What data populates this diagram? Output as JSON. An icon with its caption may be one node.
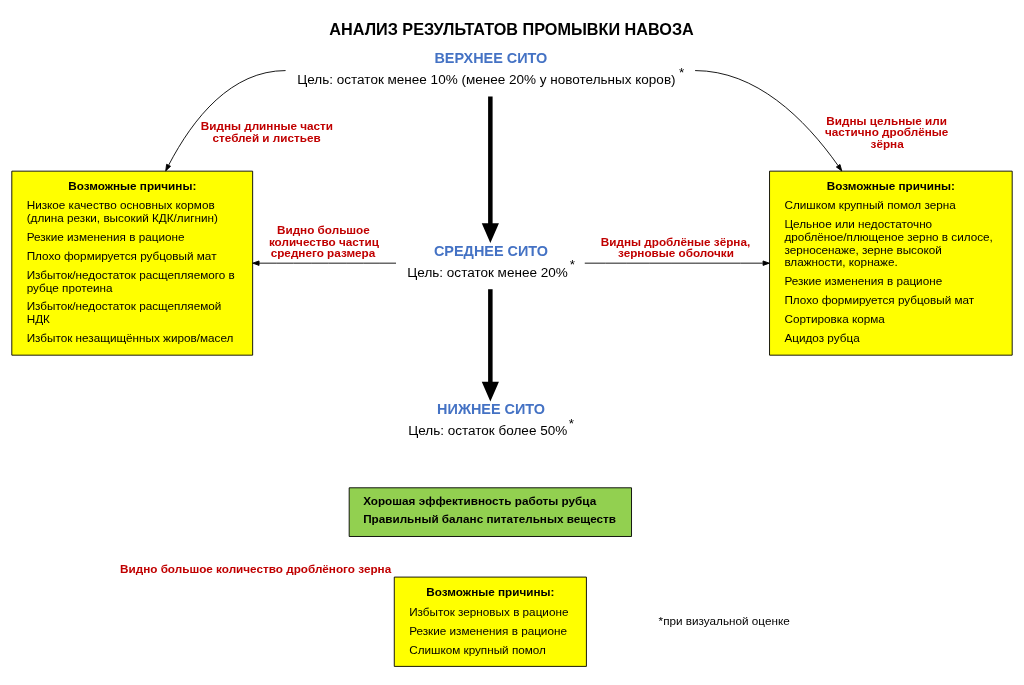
{
  "diagram": {
    "title": "АНАЛИЗ РЕЗУЛЬТАТОВ ПРОМЫВКИ НАВОЗА",
    "nodes": [
      {
        "text": [
          "ВЕРХНЕЕ СИТО",
          "Цель: остаток менее 10% (менее 20% у новотельных коров)$^{*}$"
        ]
      },
      {
        "text": [
          "СРЕДНЕЕ СИТО",
          "Цель: остаток менее 20%$^{*}$"
        ]
      },
      {
        "text": [
          "НИЖНЕЕ СИТО",
          "Цель: остаток более 50%$^{*}$"
        ]
      },
      {
        "text": [
          "Возможные причины:",
          "Низкое качество основных кормов (длина резки, высокий КДК/лигнин)",
          "Резкие изменения в рационе",
          "Плохо формируется рубцовый мат",
          "Избыток/недостаток расщепляемого в рубце протеина",
          "Избыток/недостаток расщепляемой НДК",
          "Избыток незащищённых жиров/масел"
        ]
      },
      {
        "text": [
          "Возможные причины:",
          "Слишком крупный помол зерна",
          "Цельное или недостаточно дроблёное/плющеное зерно в силосе, зерносенаже, зерне высокой влажности, корнаже.",
          "Резкие изменения в рационе",
          "Плохо формируется рубцовый мат",
          "Сортировка корма",
          "Ацидоз рубца"
        ]
      },
      {
        "text": [
          "Хорошая эффективность работы рубца",
          "Правильный баланс питательных веществ"
        ]
      },
      {
        "text": [
          "Возможные причины:",
          "Избыток зерновых в рационе",
          "Резкие изменения в рационе",
          "Слишком крупный помол"
        ],
        "beside": [
          "Видно большое количество дроблёного зерна"
        ]
      }
    ],
    "edges": [
      {
        "from": 0,
        "to": 1,
        "arrow": "to",
        "style": "thick"
      },
      {
        "from": 0,
        "to": 3,
        "arrow": "to",
        "label": "Видны длинные части стеблей и листьев"
      },
      {
        "from": 0,
        "to": 4,
        "arrow": "to",
        "label": "Видны цельные или частично дроблёные зёрна"
      },
      {
        "from": 1,
        "to": 2,
        "arrow": "to",
        "style": "thick"
      },
      {
        "from": 1,
        "to": 3,
        "arrow": "to",
        "label": "Видно большое количество частиц среднего размера"
      },
      {
        "from": 1,
        "to": 4,
        "arrow": "to",
        "label": "Видны дроблёные зёрна, зерновые оболочки"
      }
    ],
    "labels": [
      "*при визуальной оценке"
    ]
  }
}
